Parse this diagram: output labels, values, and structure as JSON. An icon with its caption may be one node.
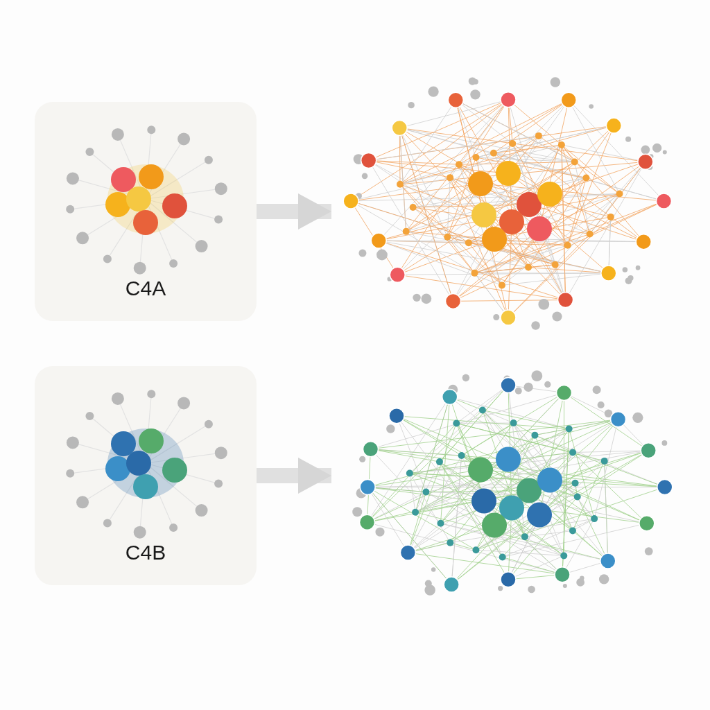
{
  "diagram": {
    "nodes": [
      {
        "text": [
          "C4A"
        ]
      },
      {
        "text": [],
        "shape": "picture"
      },
      {
        "text": [
          "C4B"
        ]
      },
      {
        "text": [],
        "shape": "picture"
      }
    ],
    "edges": [
      {
        "from": 0,
        "to": 1,
        "arrow": "to"
      },
      {
        "from": 2,
        "to": 3,
        "arrow": "to"
      }
    ]
  }
}
